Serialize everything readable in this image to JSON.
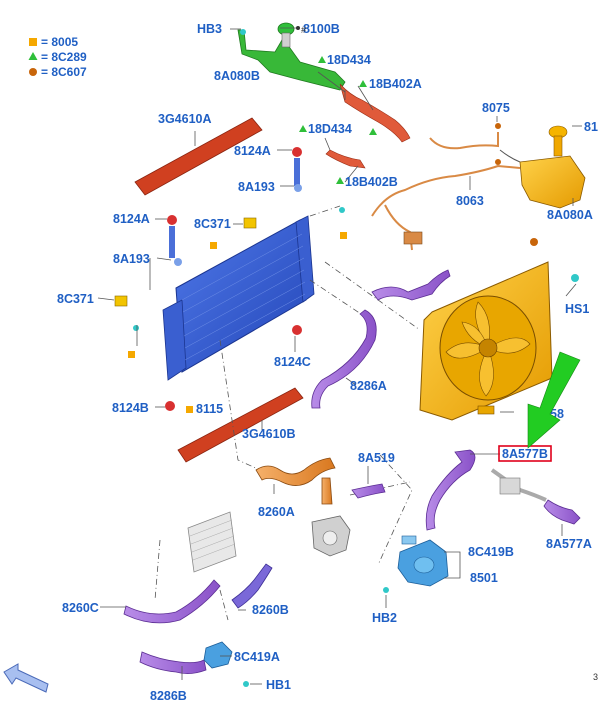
{
  "colors": {
    "label": "#1f5fc4",
    "highlight_box": "#e0001a",
    "arrow": "#22cc22",
    "square_marker": "#f5a800",
    "triangle_marker": "#2fbf3a",
    "circle_marker": "#c8650a"
  },
  "legend": [
    {
      "code": "8005",
      "text": "= 8005",
      "shape": "square"
    },
    {
      "code": "8C289",
      "text": "= 8C289",
      "shape": "triangle"
    },
    {
      "code": "8C607",
      "text": "= 8C607",
      "shape": "circle"
    }
  ],
  "labels": {
    "hb3": "HB3",
    "c8100b": "8100B",
    "a8080b": "8A080B",
    "d18434_a": "18D434",
    "b18402a": "18B402A",
    "d18434_b": "18D434",
    "b18402b": "18B402B",
    "g3g4610a": "3G4610A",
    "a8124_top": "8124A",
    "a8193_top": "8A193",
    "a8124_left": "8124A",
    "c8371_top": "8C371",
    "a8193_left": "8A193",
    "c8371_left": "8C371",
    "c8124c": "8124C",
    "b8124b": "8124B",
    "b8115": "8115",
    "g3g4610b": "3G4610B",
    "a8286a": "8286A",
    "c8075": "8075",
    "c8063": "8063",
    "a8080a": "8A080A",
    "c81_partial": "81",
    "hs1": "HS1",
    "c58_partial": "58",
    "a8577b": "8A577B",
    "a8577a": "8A577A",
    "a8519": "8A519",
    "a8260a": "8260A",
    "c8419b": "8C419B",
    "c8501": "8501",
    "hb2": "HB2",
    "c8260c": "8260C",
    "b8260b": "8260B",
    "a8c419a": "8C419A",
    "b8286b": "8286B",
    "hb1": "HB1",
    "corner_mark": "3"
  }
}
